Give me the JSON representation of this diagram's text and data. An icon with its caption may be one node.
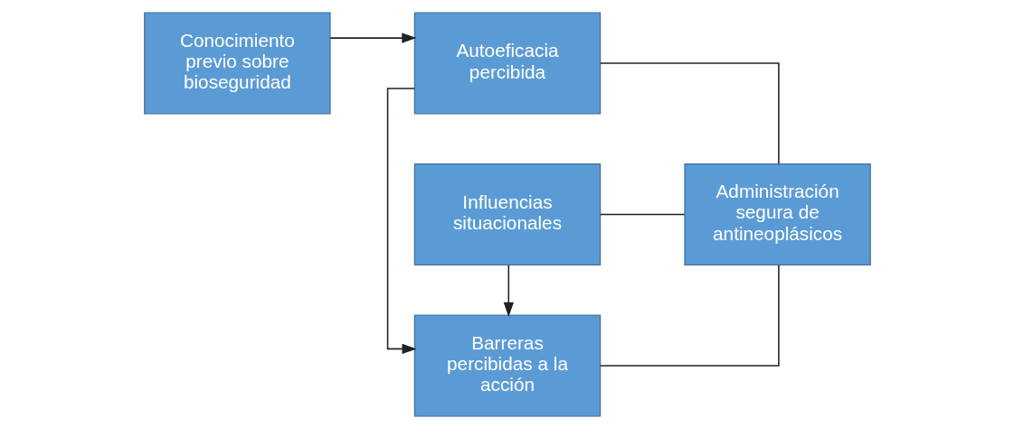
{
  "diagram": {
    "nodes": [
      {
        "text": [
          "Conocimiento previo sobre bioseguridad"
        ]
      },
      {
        "text": [
          "Autoeficacia percibida"
        ]
      },
      {
        "text": [
          "Barreras percibidas a la acción"
        ]
      },
      {
        "text": [
          "Administración segura de antineoplásicos"
        ]
      },
      {
        "text": [
          "Influencias situacionales"
        ]
      }
    ],
    "edges": [
      {
        "from": 0,
        "to": 1,
        "arrow": "to"
      },
      {
        "from": 1,
        "to": 2,
        "arrow": "to"
      },
      {
        "from": 4,
        "to": 2,
        "arrow": "to"
      },
      {
        "from": 1,
        "to": 3,
        "arrow": "none"
      },
      {
        "from": 2,
        "to": 3,
        "arrow": "none"
      },
      {
        "from": 4,
        "to": 3,
        "arrow": "none"
      }
    ]
  }
}
